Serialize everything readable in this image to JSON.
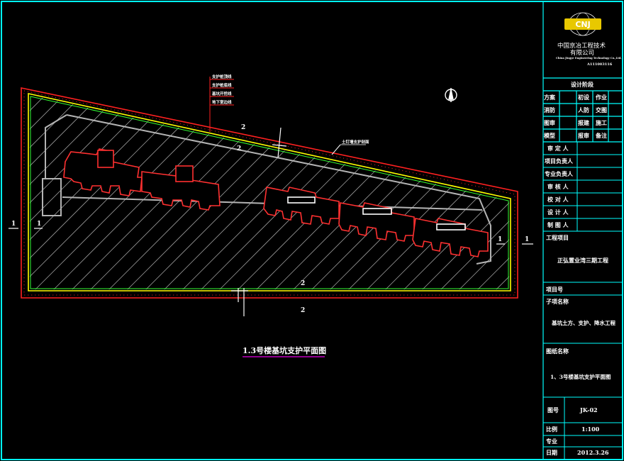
{
  "title_block": {
    "logo_text": "CNJ",
    "company_cn_line1": "中国京冶工程技术",
    "company_cn_line2": "有限公司",
    "company_en": "China Jingye Engineering Technology Co.,Ltd.",
    "cert_no": "A111003116",
    "design_stage_label": "设计阶段",
    "stage_grid": [
      [
        "方案",
        "初设",
        "作业"
      ],
      [
        "消防",
        "人防",
        "交图"
      ],
      [
        "图审",
        "报建",
        "施工"
      ],
      [
        "模型",
        "报审",
        "备注"
      ]
    ],
    "signoffs": [
      "审 定 人",
      "项目负责人",
      "专业负责人",
      "审 核 人",
      "校 对 人",
      "设 计 人",
      "制 图 人"
    ],
    "project_label": "工程项目",
    "project_name": "正弘置业湾三期工程",
    "item_no_label": "项目号",
    "subitem_label": "子项名称",
    "subitem_name": "基坑土方、支护、降水工程",
    "drawing_name_label": "图纸名称",
    "drawing_name": "1、3号楼基坑支护平面图",
    "drawing_no_label": "图号",
    "drawing_no": "JK-02",
    "scale_label": "比例",
    "scale": "1:100",
    "discipline_label": "专业",
    "date_label": "日期",
    "date": "2012.3.26"
  },
  "drawing": {
    "caption": "1.3号楼基坑支护平面图",
    "legend": [
      "支护桩顶线",
      "支护桩底线",
      "基坑开挖线",
      "地下室边线"
    ],
    "cut_label_1": "1",
    "cut_label_2": "2",
    "annotation": "土钉墙支护剖面"
  },
  "colors": {
    "frame": "#00ffff",
    "red": "#ff2020",
    "yellow": "#ffff00",
    "green": "#33ff33",
    "white": "#ffffff",
    "grey": "#b4b4b4",
    "magenta": "#c000c0",
    "logo_gold": "#e8c800"
  }
}
